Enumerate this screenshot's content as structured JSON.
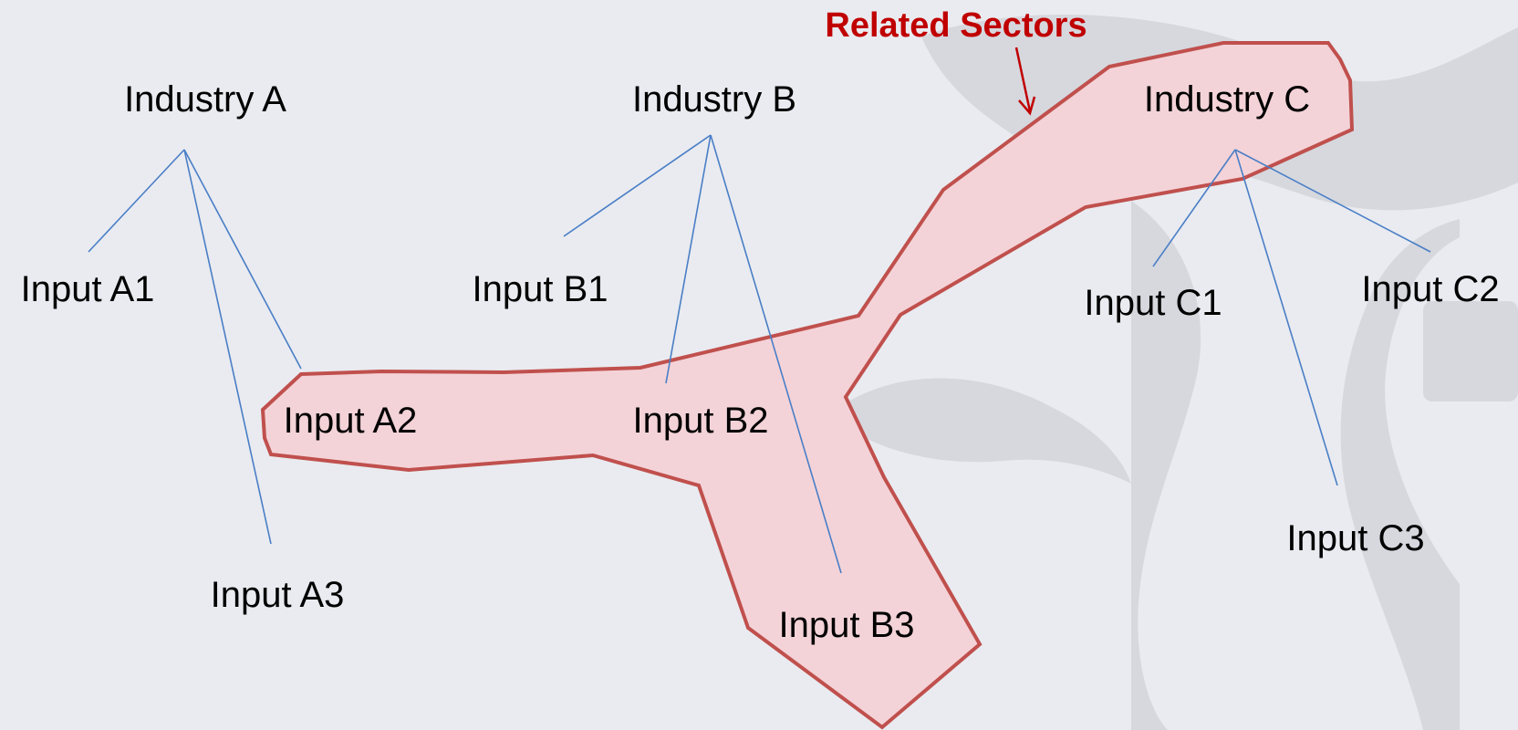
{
  "diagram": {
    "type": "hierarchy",
    "callout": {
      "label": "Related Sectors",
      "color": "#c00000"
    },
    "region": {
      "name": "related-sectors",
      "fill": "#f3d3d8",
      "stroke": "#c0504d"
    },
    "edge_color": "#4a7ec6",
    "watermark_color": "#d6d8de",
    "industries": [
      {
        "id": "A",
        "label": "Industry A",
        "inputs": [
          {
            "id": "A1",
            "label": "Input A1"
          },
          {
            "id": "A2",
            "label": "Input A2"
          },
          {
            "id": "A3",
            "label": "Input A3"
          }
        ]
      },
      {
        "id": "B",
        "label": "Industry B",
        "inputs": [
          {
            "id": "B1",
            "label": "Input B1"
          },
          {
            "id": "B2",
            "label": "Input B2"
          },
          {
            "id": "B3",
            "label": "Input B3"
          }
        ]
      },
      {
        "id": "C",
        "label": "Industry C",
        "inputs": [
          {
            "id": "C1",
            "label": "Input C1"
          },
          {
            "id": "C2",
            "label": "Input C2"
          },
          {
            "id": "C3",
            "label": "Input C3"
          }
        ]
      }
    ]
  }
}
